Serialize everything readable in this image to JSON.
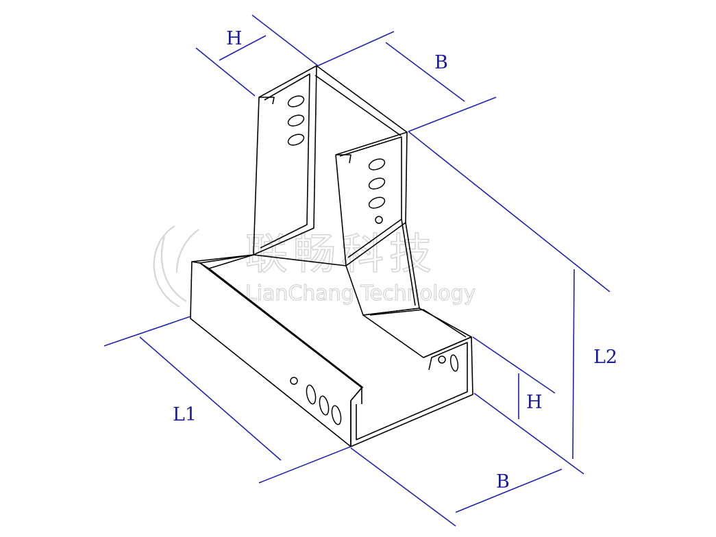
{
  "diagram": {
    "labels": {
      "h_top": "H",
      "b_top": "B",
      "l1": "L1",
      "l2": "L2",
      "h_right": "H",
      "b_bottom": "B"
    },
    "watermark": {
      "chinese": "联畅科技",
      "english": "LianChang Technology"
    },
    "colors": {
      "dimension": "#1e22b4",
      "outline": "#000000",
      "watermark": "#d0d0d0"
    }
  }
}
